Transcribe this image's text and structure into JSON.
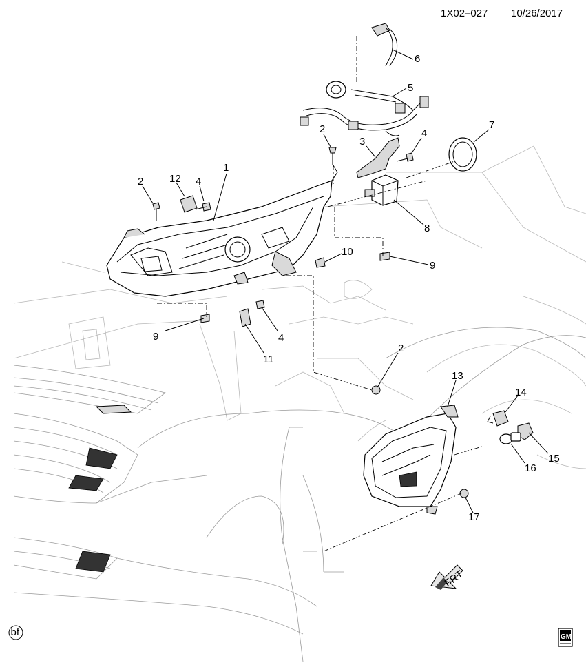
{
  "header": {
    "code": "1X02–027",
    "date": "10/26/2017"
  },
  "callouts": [
    "1",
    "2",
    "2",
    "2",
    "3",
    "4",
    "4",
    "4",
    "5",
    "6",
    "7",
    "8",
    "9",
    "9",
    "10",
    "11",
    "12",
    "13",
    "14",
    "15",
    "16",
    "17"
  ],
  "front_indicator": "FRT",
  "corner_mark": "bf",
  "logo": {
    "brand": "GM"
  }
}
